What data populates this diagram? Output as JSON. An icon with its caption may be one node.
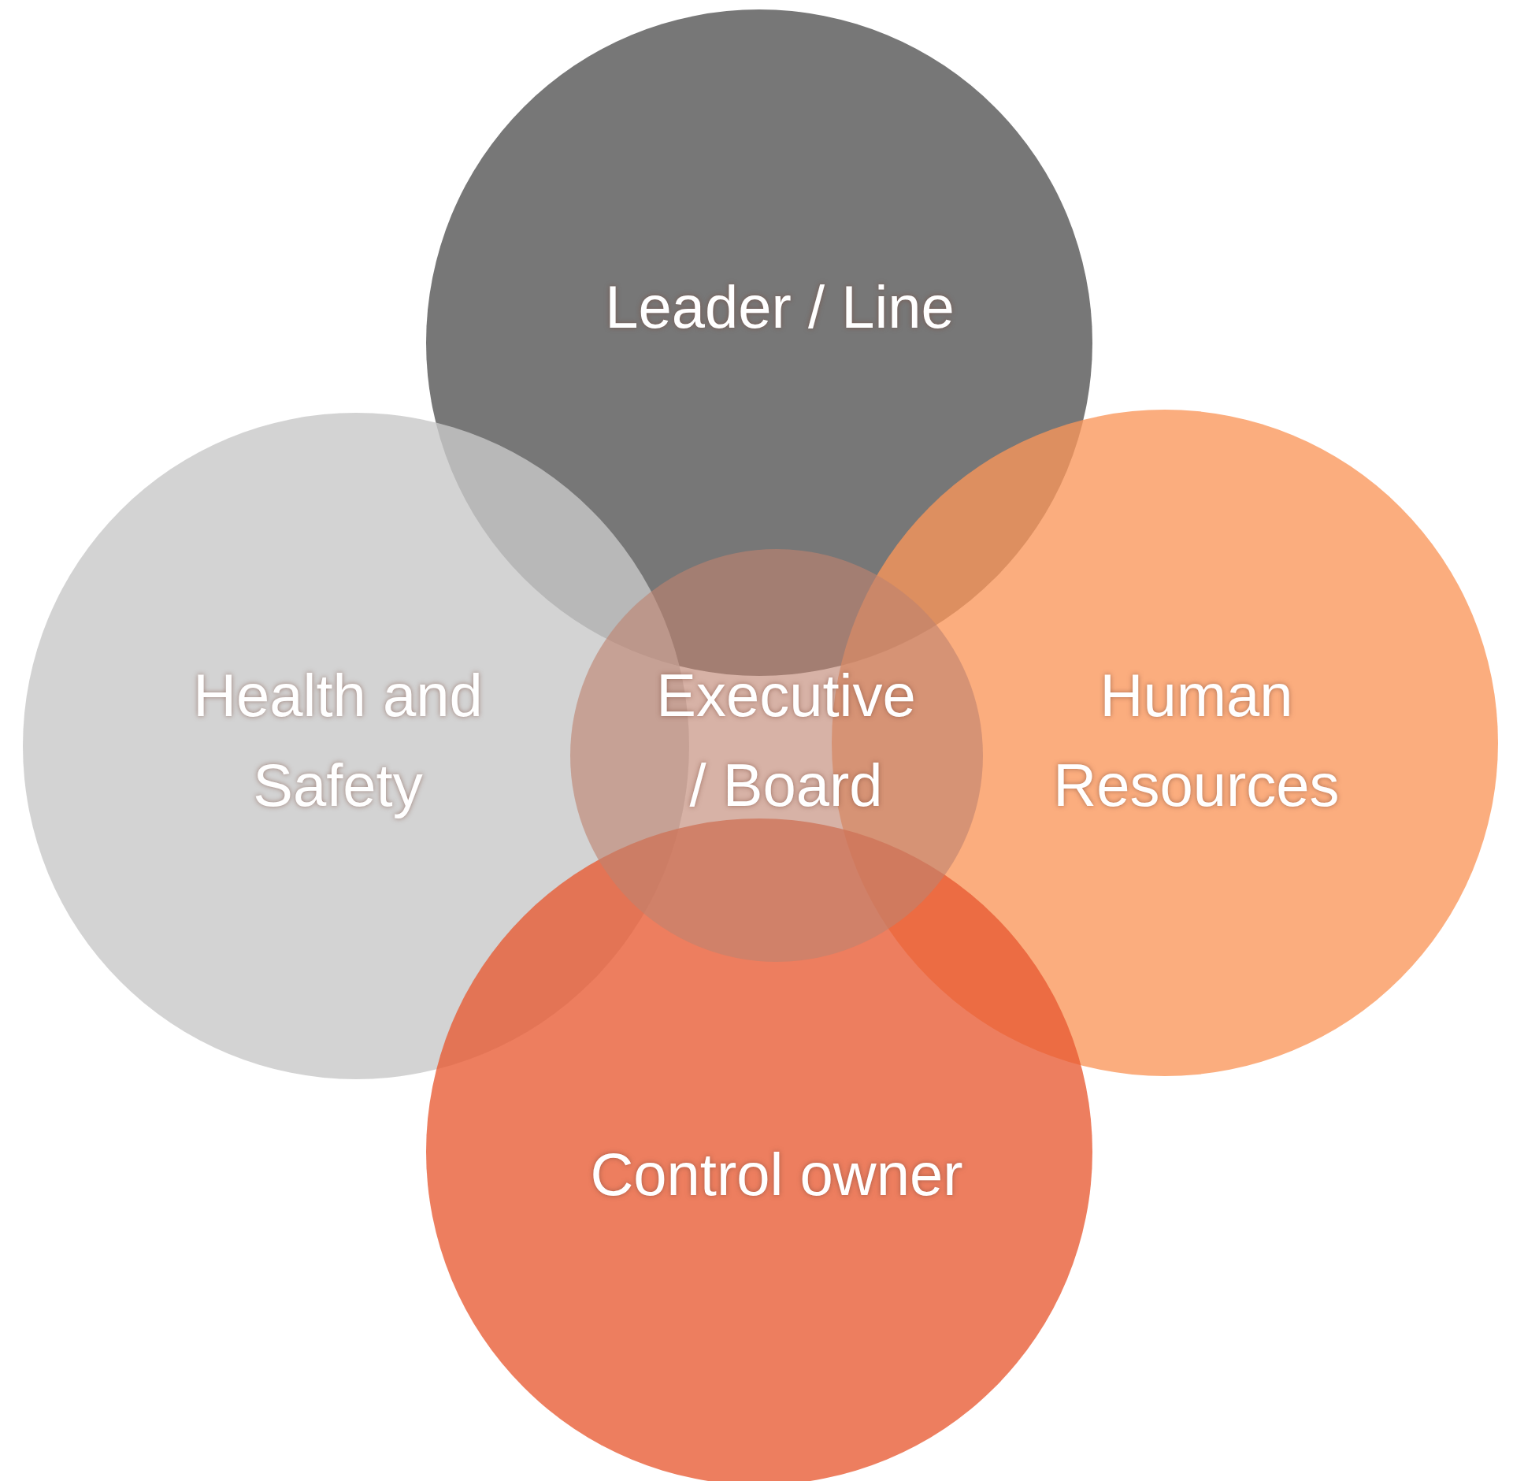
{
  "diagram": {
    "nodes": [
      {
        "text": [
          "Leader / Line"
        ]
      },
      {
        "text": [
          "Health and Safety"
        ]
      },
      {
        "text": [
          "Executive / Board"
        ]
      },
      {
        "text": [
          "Human Resources"
        ]
      },
      {
        "text": [
          "Control owner"
        ]
      }
    ]
  }
}
